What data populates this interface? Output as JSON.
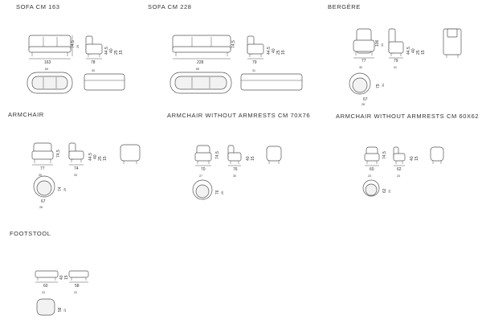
{
  "sections": {
    "sofa163": {
      "title": "SOFA CM 163",
      "w": "163",
      "d": "78",
      "h": "74,5",
      "h2": "44,5",
      "h3": "40",
      "sh": "25",
      "sh2": "15",
      "top_w": "84",
      "side_d": "30"
    },
    "sofa228": {
      "title": "SOFA CM 228",
      "w": "228",
      "d": "79",
      "h": "74,5",
      "h2": "44,5",
      "h3": "40",
      "sh": "25",
      "sh2": "15",
      "top_w": "89",
      "side_d": "31"
    },
    "bergere": {
      "title": "BERGÈRE",
      "w": "77",
      "d": "79",
      "h": "106",
      "h2": "44,5",
      "h3": "40",
      "sh": "25",
      "sh2": "15",
      "top_w": "30",
      "side_d": "31",
      "top_front": "67",
      "top_side": "79",
      "top_sub": "26",
      "h_extra": "41"
    },
    "armchair": {
      "title": "ARMCHAIR",
      "w": "77",
      "d": "74",
      "h": "74,5",
      "h2": "44,5",
      "h3": "40",
      "sh": "25",
      "sh2": "15",
      "top_w": "30",
      "side_d": "29",
      "top_front": "67",
      "top_side": "74",
      "top_sub": "26"
    },
    "armless76": {
      "title": "ARMCHAIR WITHOUT ARMRESTS CM 70X76",
      "w": "70",
      "d": "76",
      "h": "74,5",
      "h2": "40",
      "sh": "15",
      "top_w": "27",
      "side_d": "30",
      "top_front": "76",
      "top_sub": "29"
    },
    "armless62": {
      "title": "ARMCHAIR WITHOUT ARMRESTS CM 60X62",
      "w": "60",
      "d": "62",
      "h": "74,5",
      "h2": "40",
      "sh": "15",
      "top_w": "23",
      "side_d": "24",
      "top_front": "62",
      "top_sub": "24"
    },
    "footstool": {
      "title": "FOOTSTOOL",
      "w": "60",
      "d": "58",
      "h": "40",
      "sh": "15",
      "top_w": "23",
      "side_d": "22",
      "top_front": "58",
      "top_sub": "22"
    }
  }
}
